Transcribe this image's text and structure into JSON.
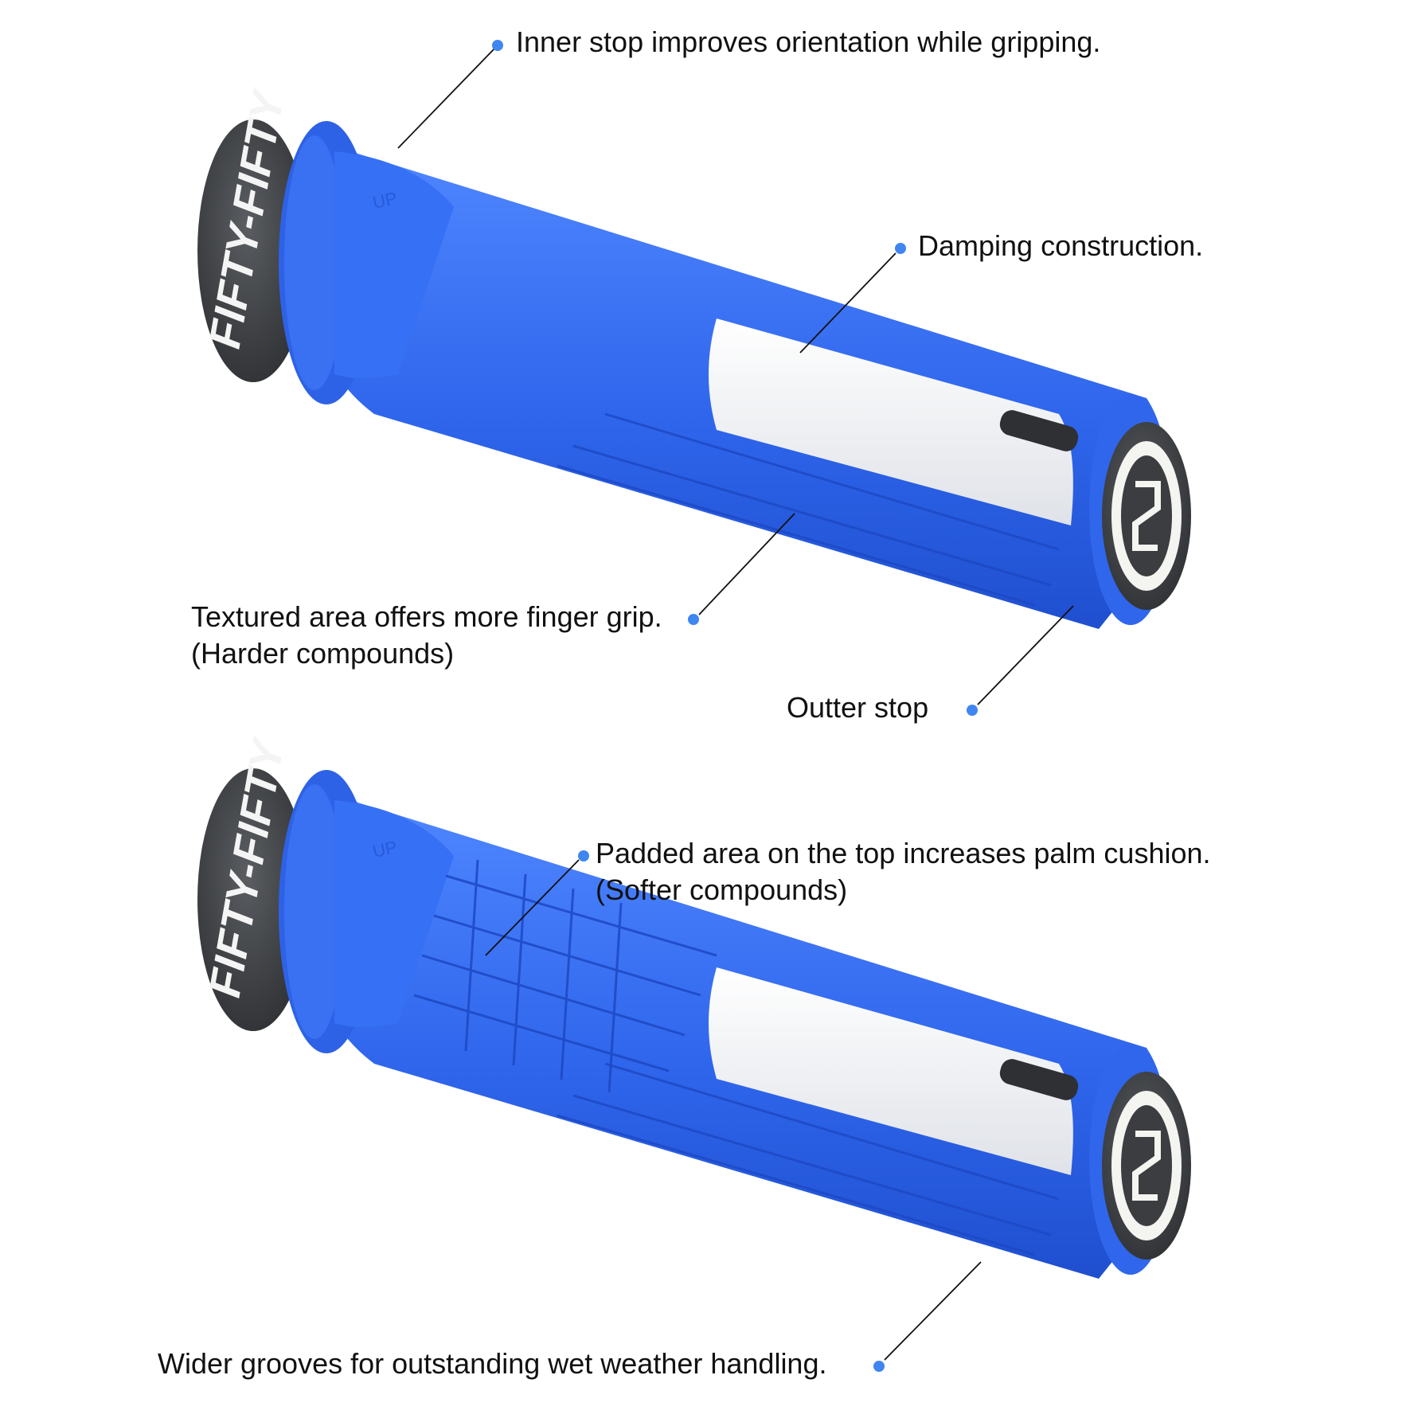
{
  "brand": {
    "collar_text": "FIFTY-FIFTY",
    "cap_letters": "FIFTY-FIFTY",
    "molded_mark": "UP"
  },
  "colors": {
    "grip_blue": "#2f66ec",
    "grip_blue_light": "#4f86ff",
    "grip_blue_dark": "#1f4fcf",
    "core_white": "#f2f3f5",
    "cap_dark": "#3b3d40",
    "dot": "#3f86f0",
    "text": "#111111"
  },
  "callouts": {
    "top": {
      "inner_stop": "Inner stop improves orientation while gripping.",
      "damping": "Damping construction.",
      "textured_line1": "Textured area offers more finger grip.",
      "textured_line2": "(Harder compounds)",
      "outer_stop": "Outter stop"
    },
    "bottom": {
      "padded_line1": "Padded area on the top increases palm cushion.",
      "padded_line2": "(Softer compounds)",
      "grooves": "Wider grooves for outstanding wet weather handling."
    }
  }
}
